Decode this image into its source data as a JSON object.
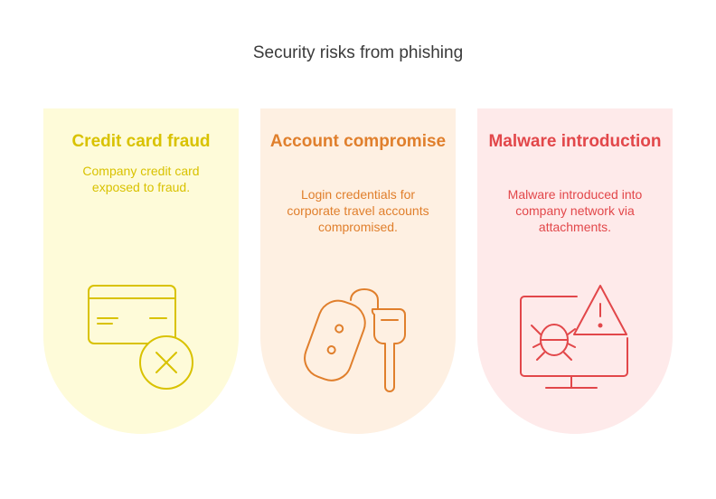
{
  "title": "Security risks from phishing",
  "cards": [
    {
      "title": "Credit card fraud",
      "description": "Company credit card exposed to fraud.",
      "icon": "credit-card-x-icon",
      "color": "#d9c200",
      "background": "#fefbd9"
    },
    {
      "title": "Account compromise",
      "description": "Login credentials for corporate travel accounts compromised.",
      "icon": "keys-icon",
      "color": "#e07f2c",
      "background": "#fef0e2"
    },
    {
      "title": "Malware introduction",
      "description": "Malware introduced into company network via attachments.",
      "icon": "monitor-bug-warning-icon",
      "color": "#e2474a",
      "background": "#feeaea"
    }
  ]
}
